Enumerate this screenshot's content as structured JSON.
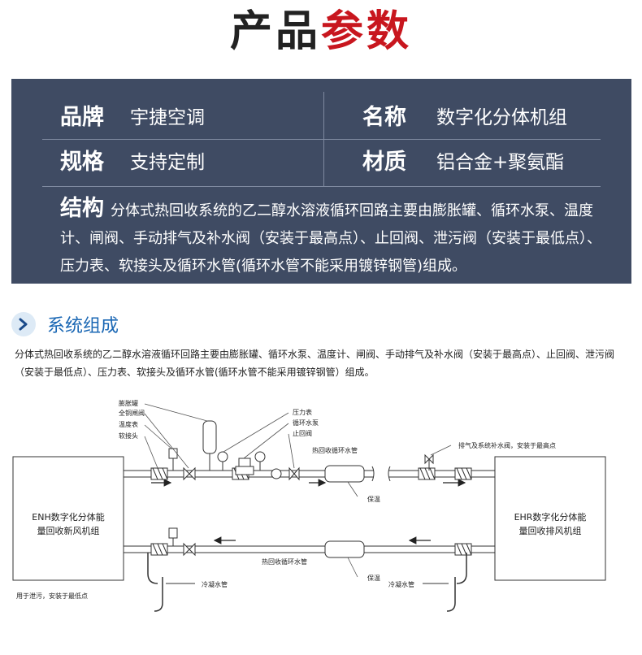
{
  "title": {
    "part1": "产品",
    "part2": "参数"
  },
  "params": {
    "brand_label": "品牌",
    "brand_value": "宇捷空调",
    "name_label": "名称",
    "name_value": "数字化分体机组",
    "spec_label": "规格",
    "spec_value": "支持定制",
    "material_label": "材质",
    "material_value": "铝合金+聚氨酯",
    "structure_label": "结构",
    "structure_value": "分体式热回收系统的乙二醇水溶液循环回路主要由膨胀罐、循环水泵、温度计、闸阀、手动排气及补水阀（安装于最高点）、止回阀、泄污阀（安装于最低点）、压力表、软接头及循环水管(循环水管不能采用镀锌钢管)组成。"
  },
  "section": {
    "title": "系统组成",
    "description": "分体式热回收系统的乙二醇水溶液循环回路主要由膨胀罐、循环水泵、温度计、闸阀、手动排气及补水阀（安装于最高点）、止回阀、泄污阀（安装于最低点）、压力表、软接头及循环水管(循环水管不能采用镀锌钢管）组成。"
  },
  "diagram": {
    "left_unit": [
      "ENH数字化分体能",
      "量回收新风机组"
    ],
    "right_unit": [
      "EHR数字化分体能",
      "量回收排风机组"
    ],
    "labels": {
      "expansion_tank": "膨胀罐",
      "gate_valve": "全铜闸阀",
      "thermometer": "温度表",
      "soft_joint": "软接头",
      "pressure_gauge": "压力表",
      "pump": "循环水泵",
      "check_valve": "止回阀",
      "hr_pipe_top": "热回收循环水管",
      "hr_pipe_bottom": "热回收循环水管",
      "insulation_top": "保温",
      "insulation_bottom": "保温",
      "vent_valve": "排气及系统补水阀，安装于最高点",
      "drain_left": "冷凝水管",
      "drain_right": "冷凝水管",
      "drain_note": "用于泄污，安装于最低点"
    }
  }
}
